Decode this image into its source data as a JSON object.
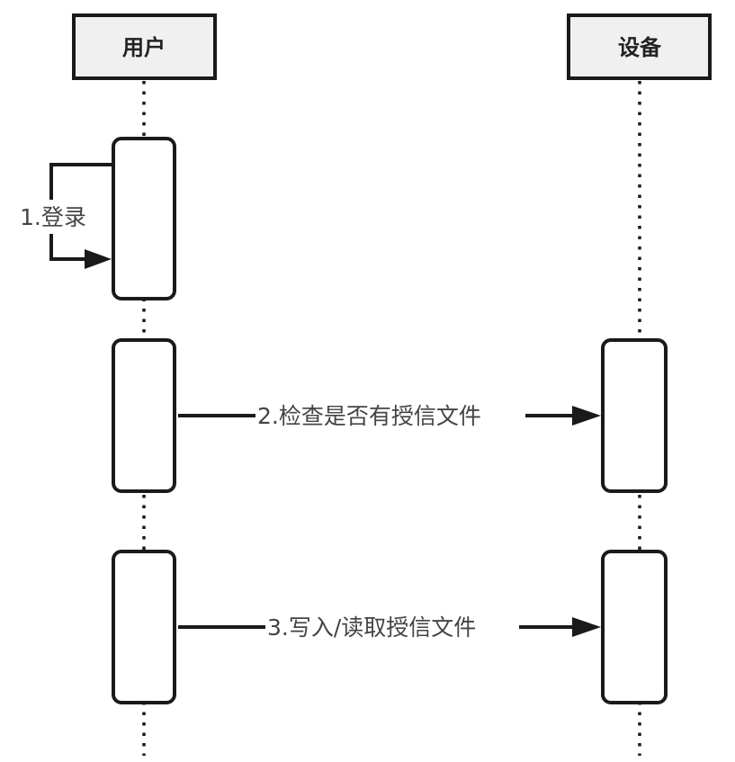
{
  "diagram": {
    "type": "sequence",
    "participants": [
      {
        "id": "user",
        "label": "用户"
      },
      {
        "id": "device",
        "label": "设备"
      }
    ],
    "messages": [
      {
        "index": 1,
        "from": "user",
        "to": "user",
        "label": "1.登录",
        "self": true
      },
      {
        "index": 2,
        "from": "user",
        "to": "device",
        "label": "2.检查是否有授信文件"
      },
      {
        "index": 3,
        "from": "user",
        "to": "device",
        "label": "3.写入/读取授信文件"
      }
    ],
    "colors": {
      "stroke": "#1a1a1a",
      "participant_fill": "#f0f0f0",
      "activation_fill": "#ffffff",
      "label_text": "#444444"
    }
  }
}
